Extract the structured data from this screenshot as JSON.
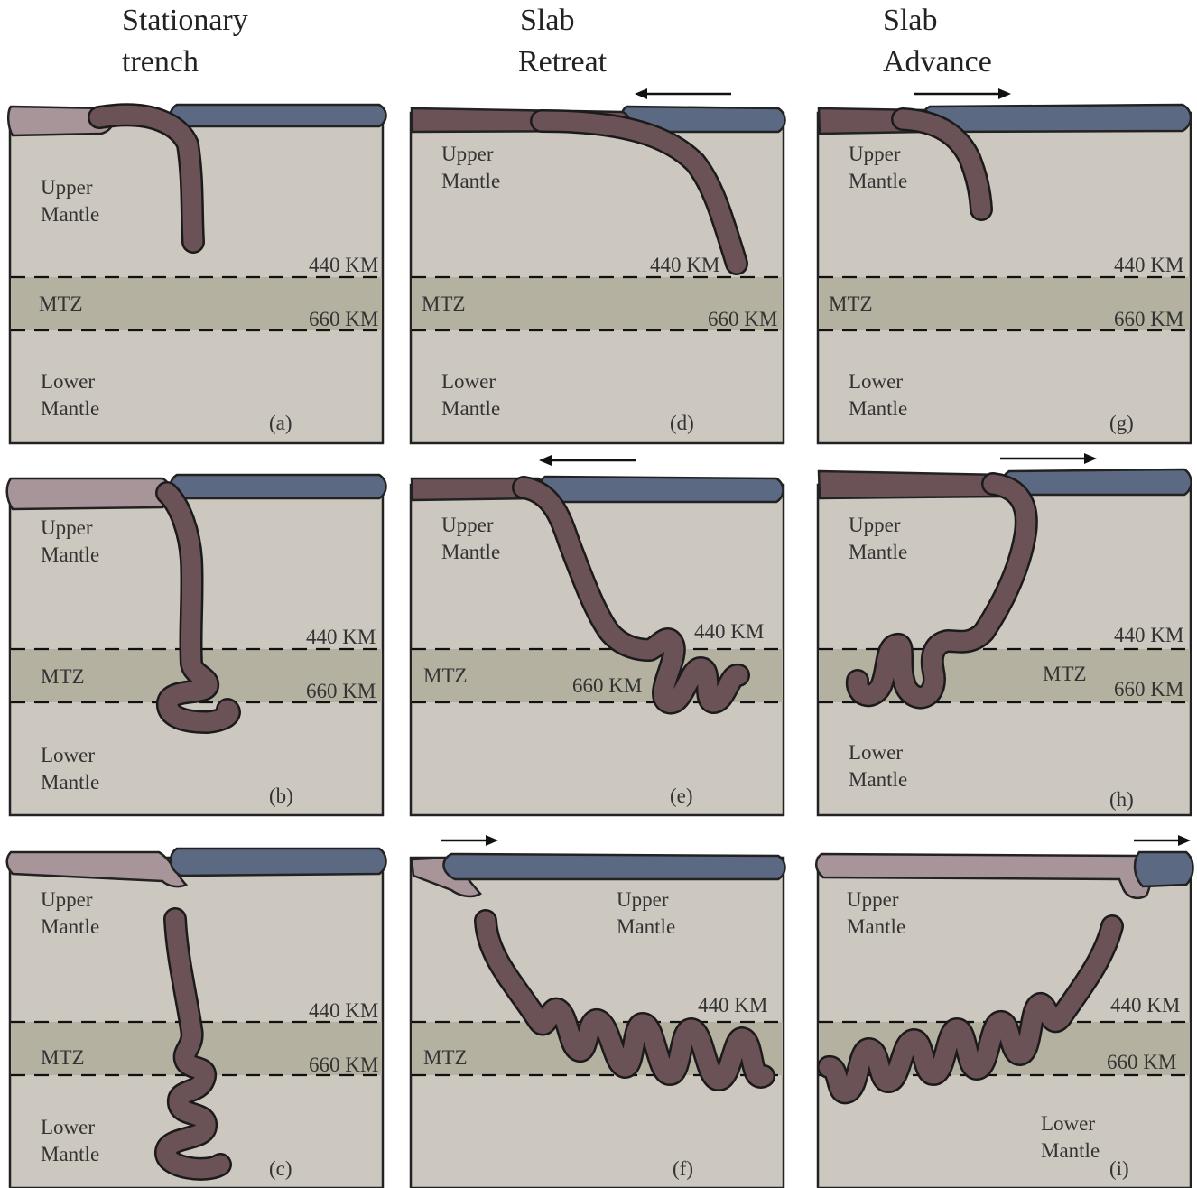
{
  "columns": [
    {
      "line1": "Stationary",
      "line2": "trench"
    },
    {
      "line1": "Slab",
      "line2": "Retreat"
    },
    {
      "line1": "Slab",
      "line2": "Advance"
    }
  ],
  "zones": {
    "upper": [
      "Upper",
      "Mantle"
    ],
    "mtz": "MTZ",
    "lower": [
      "Lower",
      "Mantle"
    ]
  },
  "depths": {
    "d440": "440 KM",
    "d660": "660 KM"
  },
  "panels": [
    {
      "id": "a",
      "label": "(a)"
    },
    {
      "id": "b",
      "label": "(b)"
    },
    {
      "id": "c",
      "label": "(c)"
    },
    {
      "id": "d",
      "label": "(d)"
    },
    {
      "id": "e",
      "label": "(e)"
    },
    {
      "id": "f",
      "label": "(f)"
    },
    {
      "id": "g",
      "label": "(g)"
    },
    {
      "id": "h",
      "label": "(h)"
    },
    {
      "id": "i",
      "label": "(i)"
    }
  ],
  "colors": {
    "mantle": "#cdc8bf",
    "mtz": "#b4b1a1",
    "slab": "#6b5257",
    "downgoing_plate": "#a8959a",
    "overriding_plate": "#5b6a82"
  }
}
